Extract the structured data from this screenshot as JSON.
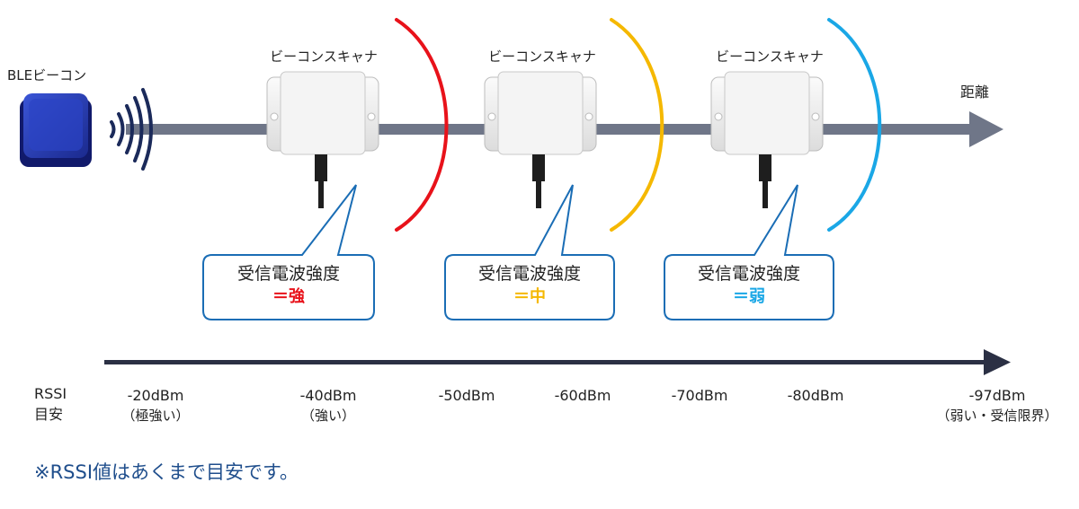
{
  "beacon": {
    "label": "BLEビーコン"
  },
  "axis": {
    "label": "距離"
  },
  "scanners": [
    {
      "label": "ビーコンスキャナ",
      "signal_title": "受信電波強度",
      "signal_level": "＝強",
      "color": "#e8121a"
    },
    {
      "label": "ビーコンスキャナ",
      "signal_title": "受信電波強度",
      "signal_level": "＝中",
      "color": "#f5b800"
    },
    {
      "label": "ビーコンスキャナ",
      "signal_title": "受信電波強度",
      "signal_level": "＝弱",
      "color": "#1aa7e6"
    }
  ],
  "rssi": {
    "heading_line1": "RSSI",
    "heading_line2": "目安",
    "ticks": [
      {
        "value": "-20dBm",
        "note": "（極強い）"
      },
      {
        "value": "-40dBm",
        "note": "（強い）"
      },
      {
        "value": "-50dBm",
        "note": ""
      },
      {
        "value": "-60dBm",
        "note": ""
      },
      {
        "value": "-70dBm",
        "note": ""
      },
      {
        "value": "-80dBm",
        "note": ""
      },
      {
        "value": "-97dBm",
        "note": "（弱い・受信限界）"
      }
    ]
  },
  "footnote": "※RSSI値はあくまで目安です。",
  "colors": {
    "axis": "#6f7688",
    "bubble_border": "#1a6db5",
    "rssi_axis": "#2b3044",
    "beacon": "#1d2f9e"
  }
}
